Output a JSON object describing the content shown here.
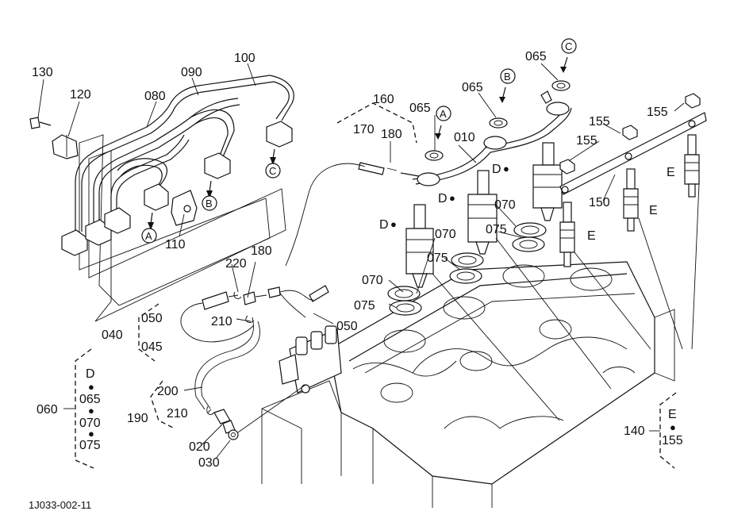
{
  "diagram": {
    "footer_code": "1J033-002-11",
    "part_numbers": {
      "p010": "010",
      "p020": "020",
      "p030": "030",
      "p040": "040",
      "p045": "045",
      "p050a": "050",
      "p050b": "050",
      "p060": "060",
      "p065a": "065",
      "p065b": "065",
      "p065c": "065",
      "p070a": "070",
      "p070b": "070",
      "p070c": "070",
      "p075a": "075",
      "p075b": "075",
      "p075c": "075",
      "p080": "080",
      "p090": "090",
      "p100": "100",
      "p110": "110",
      "p120": "120",
      "p130": "130",
      "p140": "140",
      "p150": "150",
      "p155a": "155",
      "p155b": "155",
      "p155c": "155",
      "p160": "160",
      "p170": "170",
      "p180a": "180",
      "p180b": "180",
      "p190": "190",
      "p200": "200",
      "p210a": "210",
      "p210b": "210",
      "p220": "220"
    },
    "ref_letters": {
      "A": "A",
      "B": "B",
      "C": "C",
      "D": "D",
      "E": "E"
    },
    "kit_060": {
      "ref": "D",
      "items": [
        "065",
        "070",
        "075"
      ]
    },
    "kit_140": {
      "ref": "E",
      "items": [
        "155"
      ]
    }
  }
}
